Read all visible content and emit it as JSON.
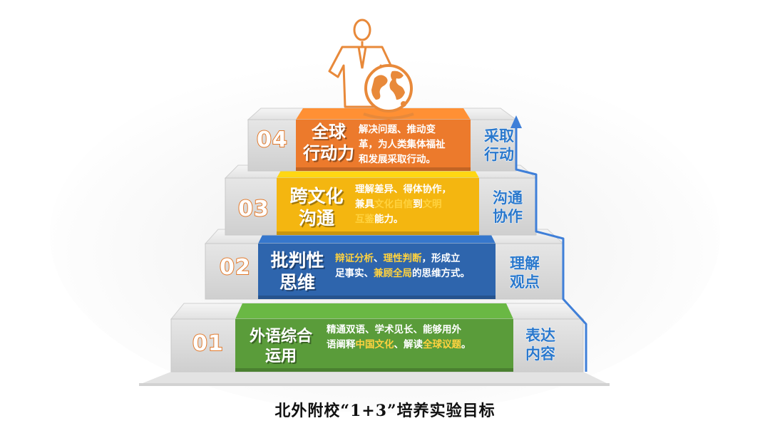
{
  "caption": "北外附校“1+3”培养实验目标",
  "steps": [
    {
      "number": "01",
      "title_lines": [
        "外语综合",
        "运用"
      ],
      "desc_lines": [
        "精通双语、学术见长、能够用外",
        "语阐释中国文化、解读全球议题。"
      ],
      "highlights": [
        "中国文化",
        "全球议题"
      ],
      "side_lines": [
        "表达",
        "内容"
      ],
      "color": "#5a9c3a"
    },
    {
      "number": "02",
      "title_lines": [
        "批判性",
        "思维"
      ],
      "desc_lines": [
        "辩证分析、理性判断，形成立",
        "足事实、兼顾全局的思维方式。"
      ],
      "highlights": [
        "辩证分析",
        "理性判断",
        "兼顾全局"
      ],
      "side_lines": [
        "理解",
        "观点"
      ],
      "color": "#2e65ad"
    },
    {
      "number": "03",
      "title_lines": [
        "跨文化",
        "沟通"
      ],
      "desc_lines": [
        "理解差异、得体协作，",
        "兼具文化自信到文明",
        "互鉴能力。"
      ],
      "highlights": [
        "文化自信",
        "文明",
        "互鉴"
      ],
      "side_lines": [
        "沟通",
        "协作"
      ],
      "color": "#f4b610"
    },
    {
      "number": "04",
      "title_lines": [
        "全球",
        "行动力"
      ],
      "desc_lines": [
        "解决问题、推动变",
        "革，为人类集体福祉",
        "和发展采取行动。"
      ],
      "highlights": [],
      "side_lines": [
        "采取",
        "行动"
      ],
      "color": "#ec7a2c"
    }
  ],
  "colors": {
    "step_gray": "#dcdcdc",
    "side_text": "#2a78cc",
    "number_stroke": "#e2792b",
    "highlight": "#ffd23f",
    "figure": "#e8893a",
    "arrow": "#3f7fd8"
  },
  "icons": [
    "businessman-icon",
    "globe-icon",
    "arrow-up-icon"
  ]
}
